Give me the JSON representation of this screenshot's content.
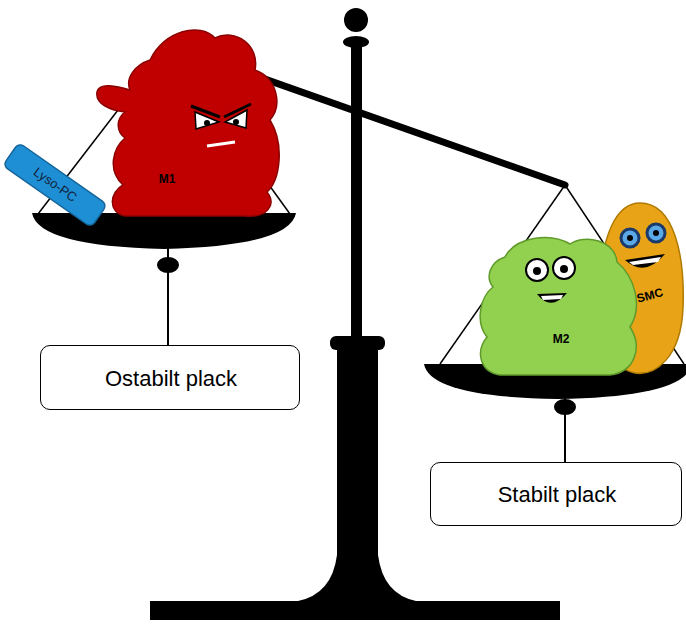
{
  "diagram": {
    "nodes": [
      {
        "text": [
          "Lyso-PC"
        ]
      },
      {
        "text": [
          "M1"
        ]
      },
      {
        "text": [
          "Ostabilt plack"
        ]
      },
      {
        "text": [
          "M2"
        ]
      },
      {
        "text": [
          "SMC"
        ]
      },
      {
        "text": [
          "Stabilt plack"
        ]
      }
    ]
  }
}
